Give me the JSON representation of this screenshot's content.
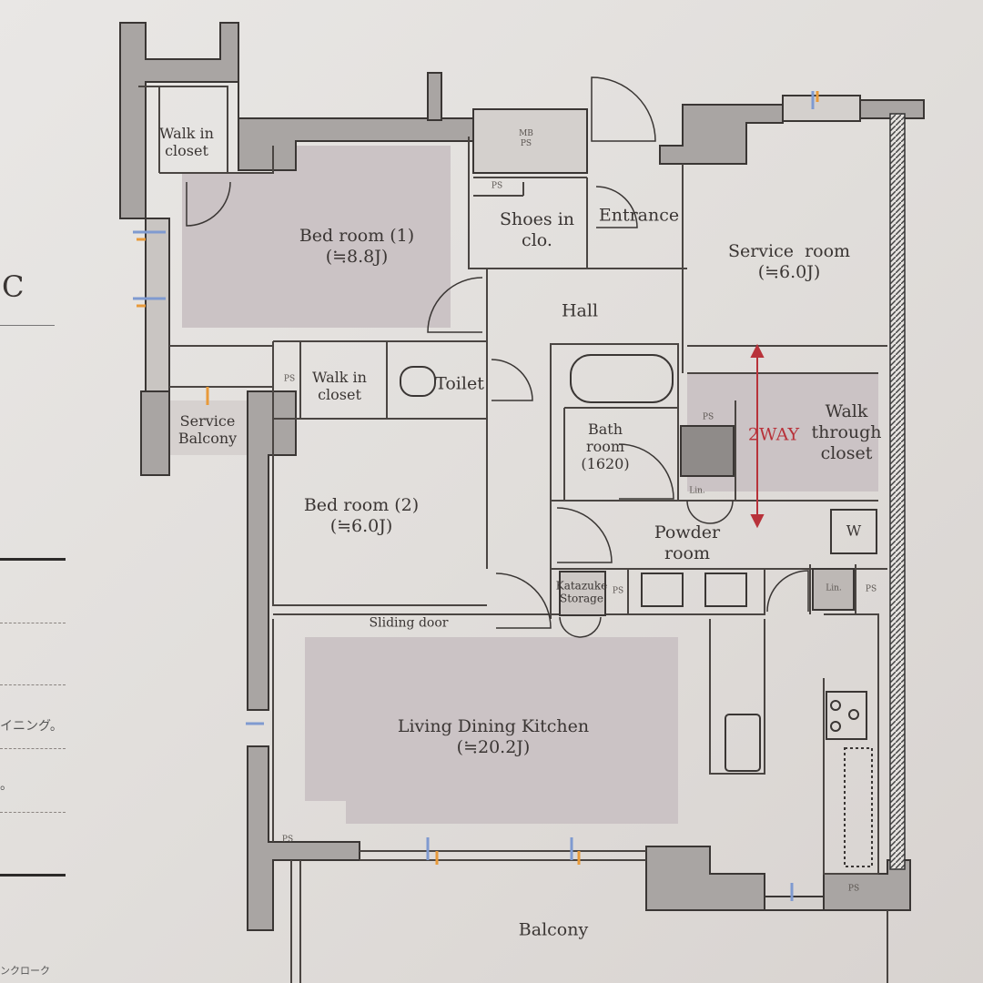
{
  "plan_type_letter": "C",
  "margin_notes": [
    "イニング。",
    "。",
    "ンクローク"
  ],
  "rooms": {
    "walk_in_closet_1": [
      "Walk in",
      "closet"
    ],
    "bed_room_1": [
      "Bed room (1)",
      "(≒8.8J)"
    ],
    "mb_ps": [
      "MB",
      "PS"
    ],
    "ps_top": "PS",
    "shoes_in_clo": [
      "Shoes in",
      "clo."
    ],
    "entrance": "Entrance",
    "service_room": [
      "Service  room",
      "(≒6.0J)"
    ],
    "hall": "Hall",
    "walk_in_closet_2": [
      "Walk in",
      "closet"
    ],
    "ps_wic": "PS",
    "toilet": "Toilet",
    "service_balcony": [
      "Service",
      "Balcony"
    ],
    "bath_room": [
      "Bath",
      "room",
      "(1620)"
    ],
    "ps_bath": "PS",
    "two_way": "2WAY",
    "walk_through_closet": [
      "Walk",
      "through",
      "closet"
    ],
    "lin_bath": "Lin.",
    "bed_room_2": [
      "Bed room (2)",
      "(≒6.0J)"
    ],
    "powder_room": [
      "Powder",
      "room"
    ],
    "washer": "W",
    "katazuke_storage": [
      "Katazuke",
      "Storage"
    ],
    "ps_powder": "PS",
    "lin_powder": "Lin.",
    "ps_right": "PS",
    "sliding_door": "Sliding door",
    "ldk": [
      "Living Dining Kitchen",
      "(≒20.2J)"
    ],
    "ps_ldk": "PS",
    "ps_bottom_right": "PS",
    "balcony": "Balcony"
  },
  "colors": {
    "wall": "#a9a5a3",
    "room_shade": "#cbc3c5",
    "accent_red": "#b8323a"
  }
}
